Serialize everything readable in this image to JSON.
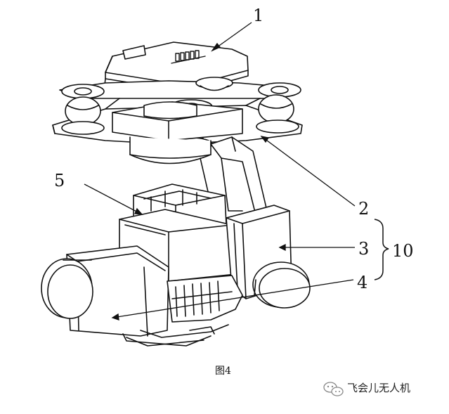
{
  "labels": {
    "l1": "1",
    "l2": "2",
    "l3": "3",
    "l4": "4",
    "l5": "5",
    "l10": "10"
  },
  "caption": "图4",
  "watermark": "飞会儿无人机",
  "colors": {
    "line": "#111111",
    "background": "#ffffff"
  },
  "icons": {
    "watermark": "wechat-icon"
  }
}
